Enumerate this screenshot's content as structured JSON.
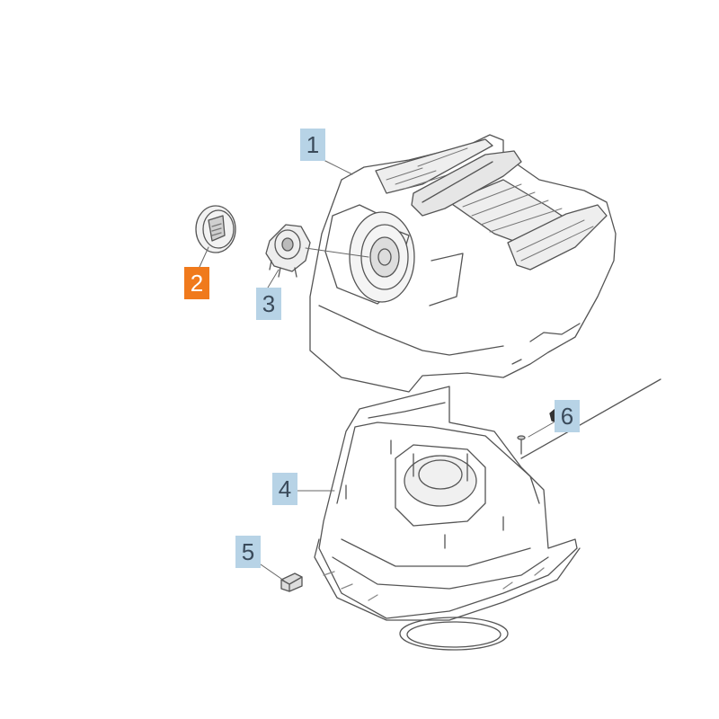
{
  "callouts": [
    {
      "id": "1",
      "label": "1",
      "active": false
    },
    {
      "id": "2",
      "label": "2",
      "active": true
    },
    {
      "id": "3",
      "label": "3",
      "active": false
    },
    {
      "id": "4",
      "label": "4",
      "active": false
    },
    {
      "id": "5",
      "label": "5",
      "active": false
    },
    {
      "id": "6",
      "label": "6",
      "active": false
    }
  ],
  "colors": {
    "callout_bg": "#b7d3e6",
    "callout_active_bg": "#f07a1c",
    "line": "#555555"
  }
}
